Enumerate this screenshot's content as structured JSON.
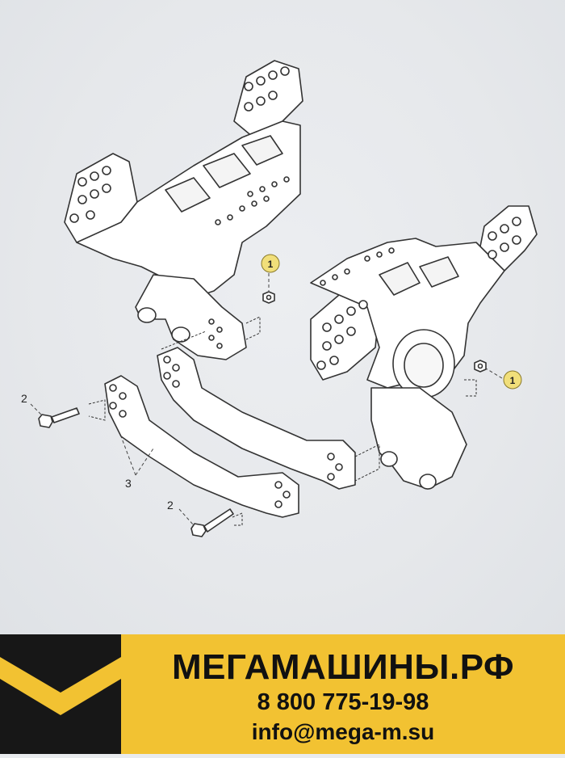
{
  "diagram": {
    "callouts": [
      {
        "id": "balloon-1a",
        "label": "1",
        "style": "balloon"
      },
      {
        "id": "balloon-1b",
        "label": "1",
        "style": "balloon"
      },
      {
        "id": "label-2a",
        "label": "2",
        "style": "plain"
      },
      {
        "id": "label-2b",
        "label": "2",
        "style": "plain"
      },
      {
        "id": "label-3",
        "label": "3",
        "style": "plain"
      }
    ],
    "colors": {
      "line": "#333333",
      "fill": "#ffffff",
      "balloon": "#f1df7a",
      "background": "#e9ebee"
    }
  },
  "banner": {
    "brand_name": "МЕГАМАШИНЫ.РФ",
    "phone": "8 800 775-19-98",
    "email": "info@mega-m.su",
    "colors": {
      "background": "#f2c232",
      "logo_block": "#171717",
      "text": "#111111"
    }
  }
}
